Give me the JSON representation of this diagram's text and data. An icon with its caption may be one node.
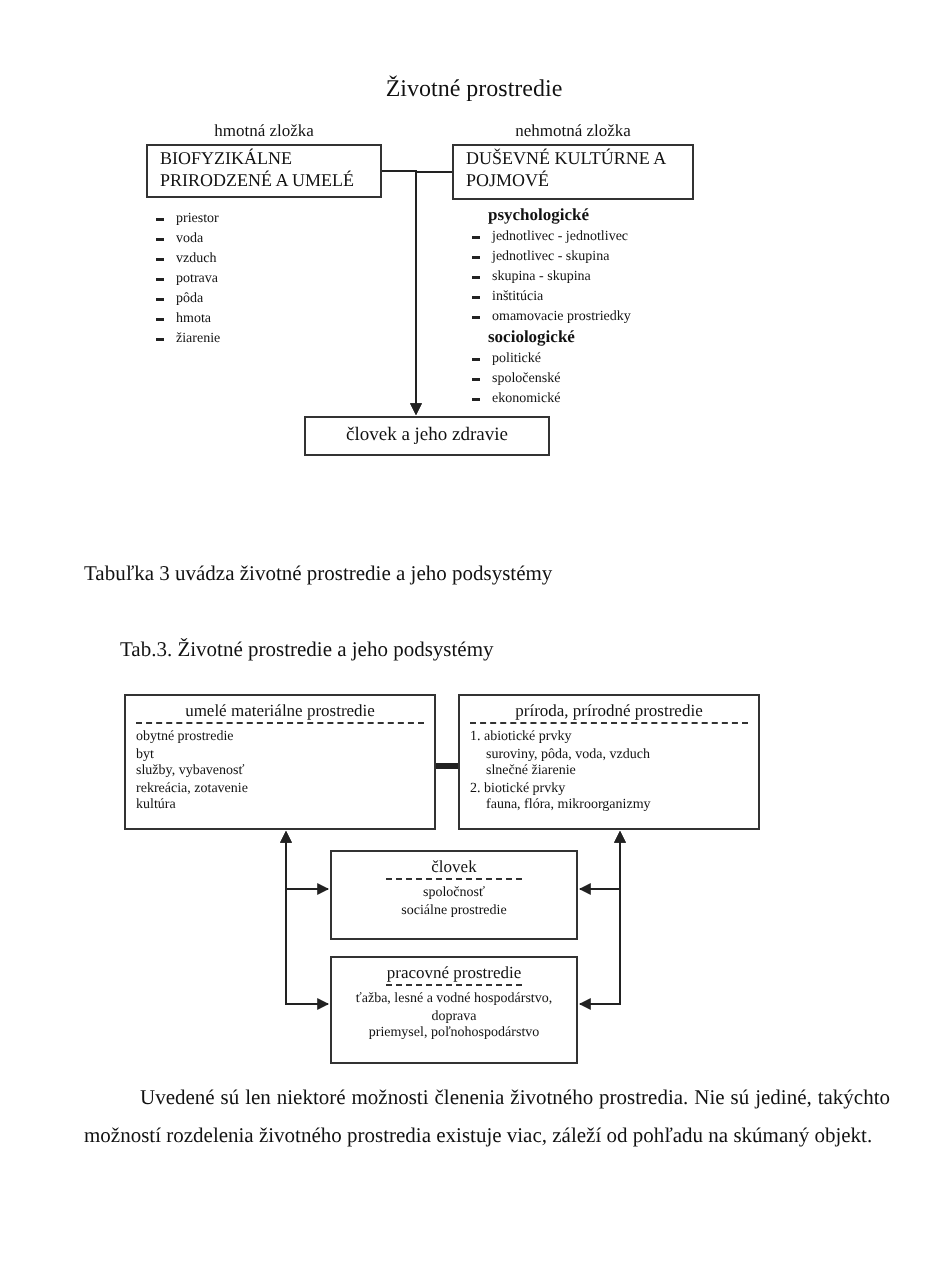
{
  "diagram": {
    "title": "Životné prostredie",
    "nodes": [
      {
        "text": [
          "hmotná zložka",
          "BIOFYZIKÁLNE PRIRODZENÉ A UMELÉ"
        ],
        "beside": [
          "priestor",
          "voda",
          "vzduch",
          "potrava",
          "pôda",
          "hmota",
          "žiarenie"
        ]
      },
      {
        "text": [
          "nehmotná zložka",
          "DUŠEVNÉ KULTÚRNE A POJMOVÉ"
        ],
        "beside": [
          "psychologické",
          "jednotlivec - jednotlivec",
          "jednotlivec - skupina",
          "skupina - skupina",
          "inštitúcia",
          "omamovacie prostriedky",
          "sociologické",
          "politické",
          "spoločenské",
          "ekonomické"
        ]
      },
      {
        "text": [
          "človek a jeho zdravie"
        ]
      },
      {
        "text": [
          "umelé materiálne prostredie",
          "obytné prostredie",
          "byt",
          "služby, vybavenosť",
          "rekreácia, zotavenie",
          "kultúra"
        ]
      },
      {
        "text": [
          "príroda, prírodné prostredie",
          "1. abiotické prvky",
          "suroviny, pôda, voda, vzduch",
          "slnečné žiarenie",
          "2. biotické prvky",
          "fauna, flóra, mikroorganizmy"
        ]
      },
      {
        "text": [
          "človek",
          "spoločnosť",
          "sociálne prostredie"
        ]
      },
      {
        "text": [
          "pracovné prostredie",
          "ťažba, lesné a vodné hospodárstvo, doprava",
          "priemysel, poľnohospodárstvo"
        ]
      }
    ],
    "edges": [
      {
        "from": 0,
        "to": 2,
        "arrow": "to"
      },
      {
        "from": 1,
        "to": 2,
        "arrow": "to"
      },
      {
        "from": 3,
        "to": 4,
        "arrow": "none",
        "style": "thick"
      },
      {
        "from": 3,
        "to": 5,
        "arrow": "both"
      },
      {
        "from": 3,
        "to": 6,
        "arrow": "both"
      },
      {
        "from": 4,
        "to": 5,
        "arrow": "both"
      },
      {
        "from": 4,
        "to": 6,
        "arrow": "both"
      }
    ],
    "labels": [
      "Tabuľka 3 uvádza životné prostredie a jeho podsystémy",
      "Tab.3. Životné prostredie a jeho podsystémy",
      "Uvedené sú len niektoré možnosti členenia životného prostredia. Nie sú jediné, takýchto možností rozdelenia životného prostredia existuje viac, záleží od pohľadu na skúmaný objekt."
    ]
  }
}
